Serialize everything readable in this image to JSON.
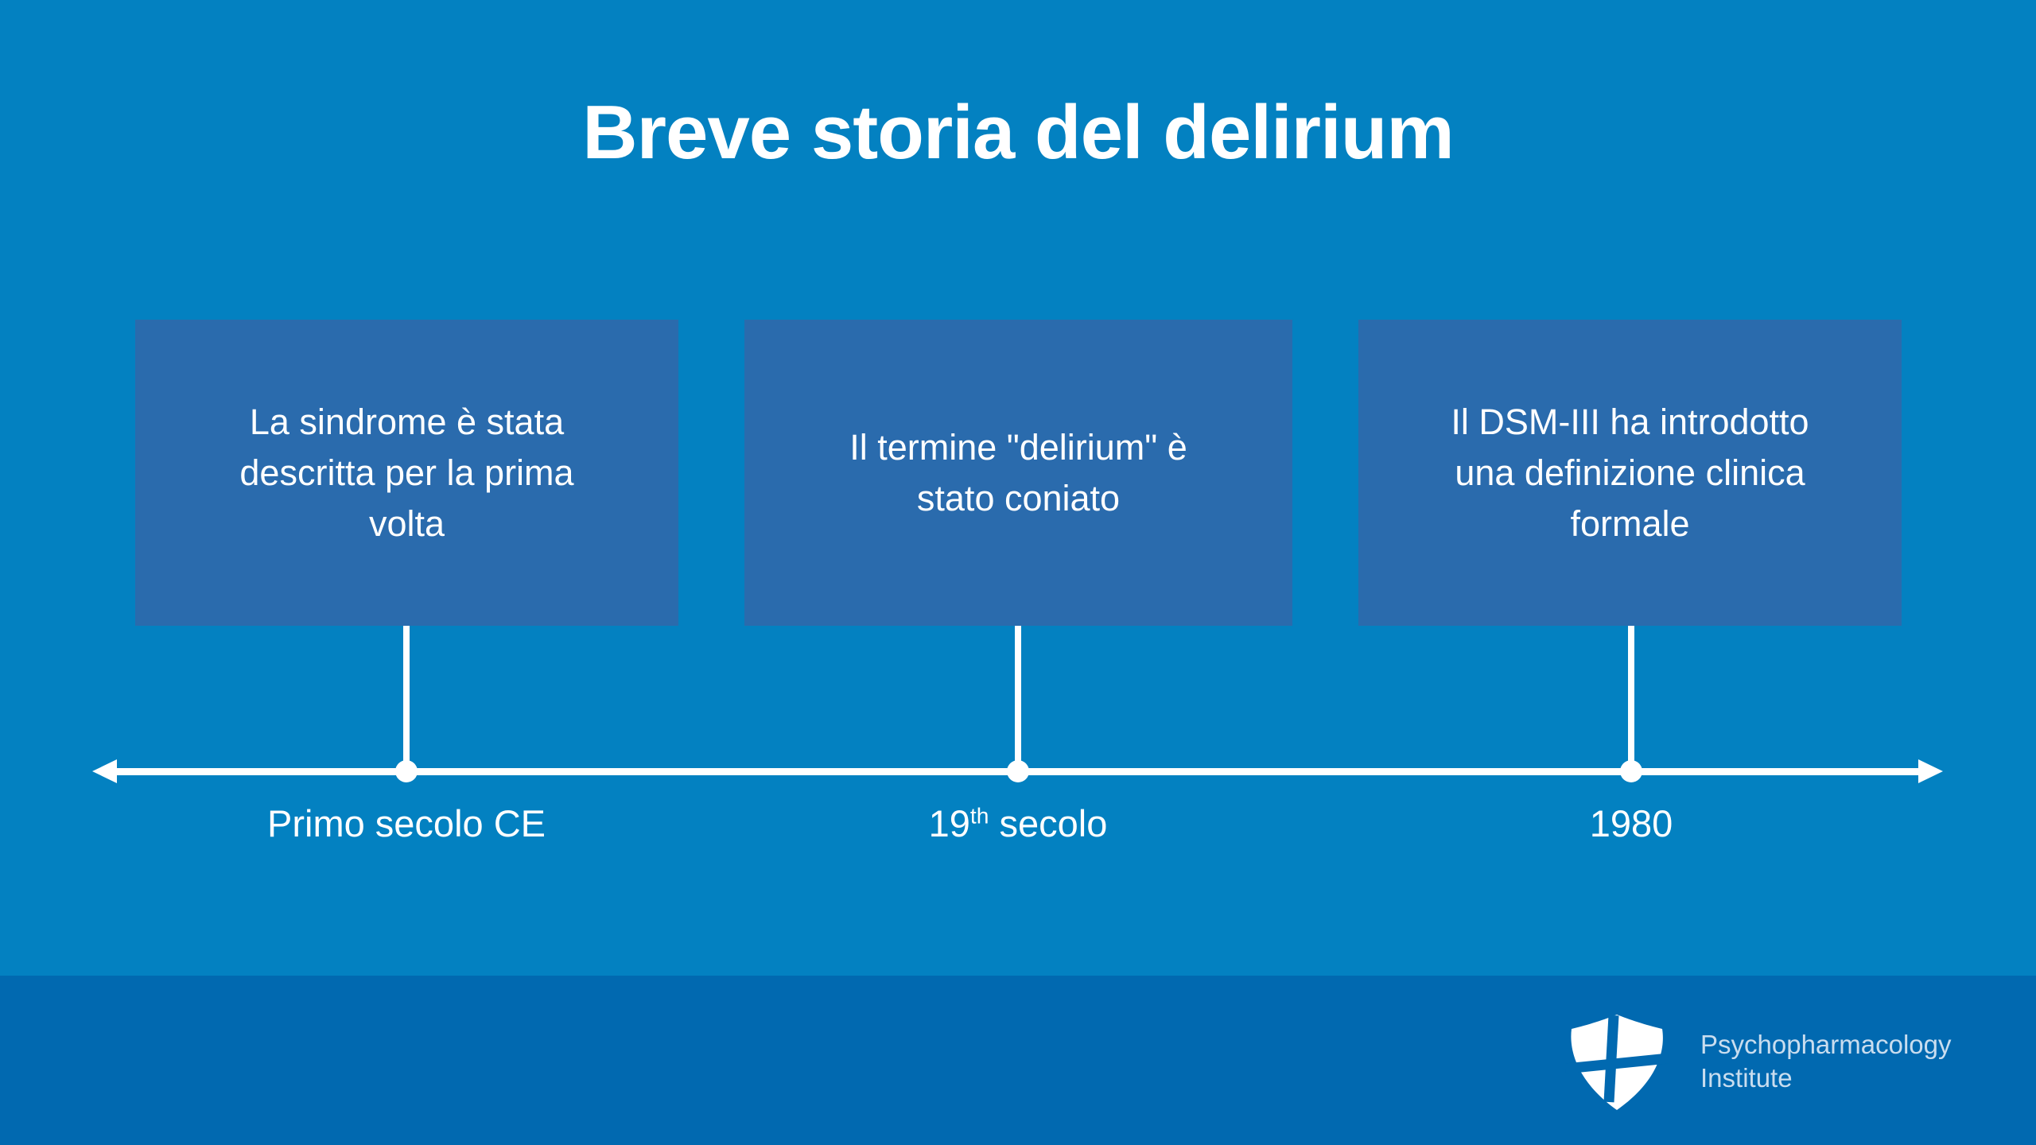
{
  "slide": {
    "title": "Breve storia del delirium"
  },
  "timeline": {
    "events": [
      {
        "description": "La sindrome è stata descritta per la prima volta",
        "label_pre": "Primo secolo CE",
        "label_sup": "",
        "label_post": ""
      },
      {
        "description": "Il termine \"delirium\" è stato coniato",
        "label_pre": "19",
        "label_sup": "th",
        "label_post": " secolo"
      },
      {
        "description": "Il DSM-III ha introdotto una definizione clinica formale",
        "label_pre": "1980",
        "label_sup": "",
        "label_post": ""
      }
    ]
  },
  "footer": {
    "logo_icon": "shield-cross-icon",
    "org_line1": "Psychopharmacology",
    "org_line2": "Institute"
  },
  "colors": {
    "background": "#0381C1",
    "event_box": "#2A6BAD",
    "footer_background": "#0169B0",
    "text": "#FFFFFF",
    "footer_text": "#C9DDEF"
  }
}
